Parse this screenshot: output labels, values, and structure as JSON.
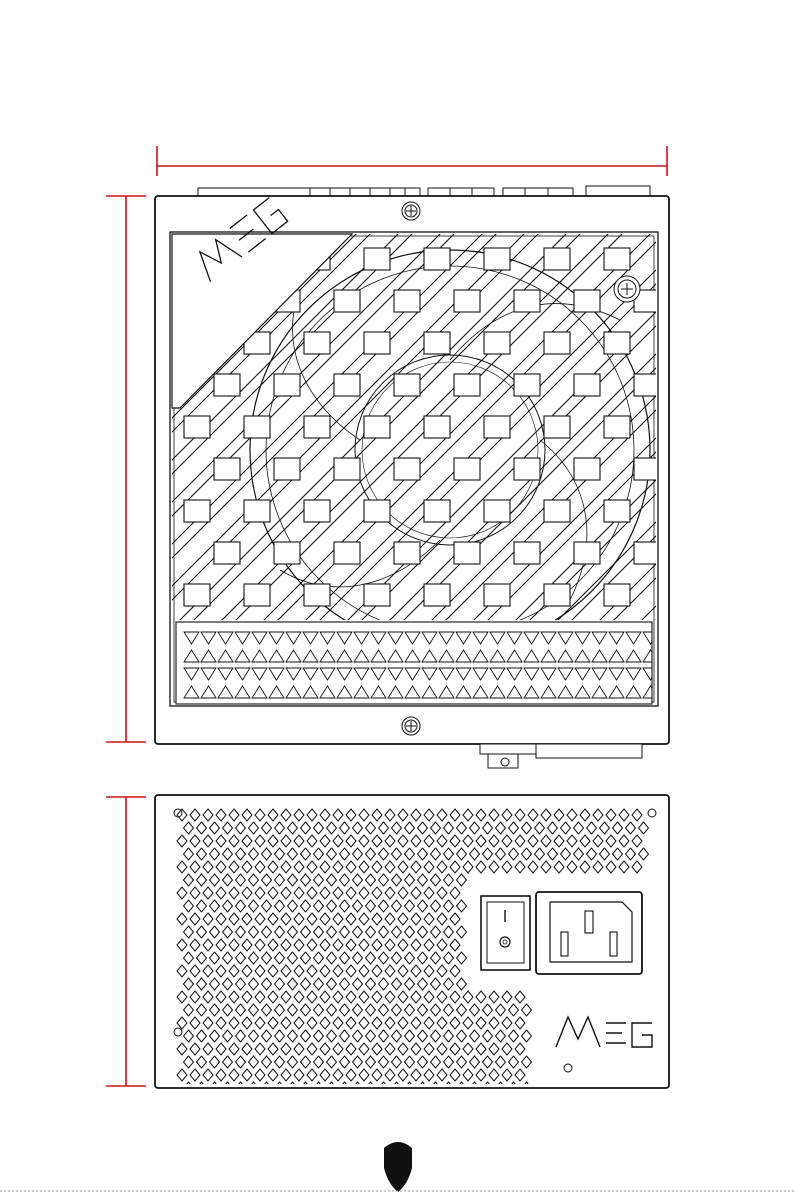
{
  "diagram": {
    "views": [
      "top-view",
      "rear-view"
    ],
    "colors": {
      "line": "#111111",
      "dimension": "#d0101a",
      "background": "#ffffff"
    },
    "brand_logo_text": "MEG",
    "icons": [
      "screw-icon",
      "power-switch-icon",
      "ac-inlet-icon",
      "shield-page-icon",
      "honeycomb-vent-icon",
      "fan-grille-icon"
    ],
    "labels": []
  }
}
